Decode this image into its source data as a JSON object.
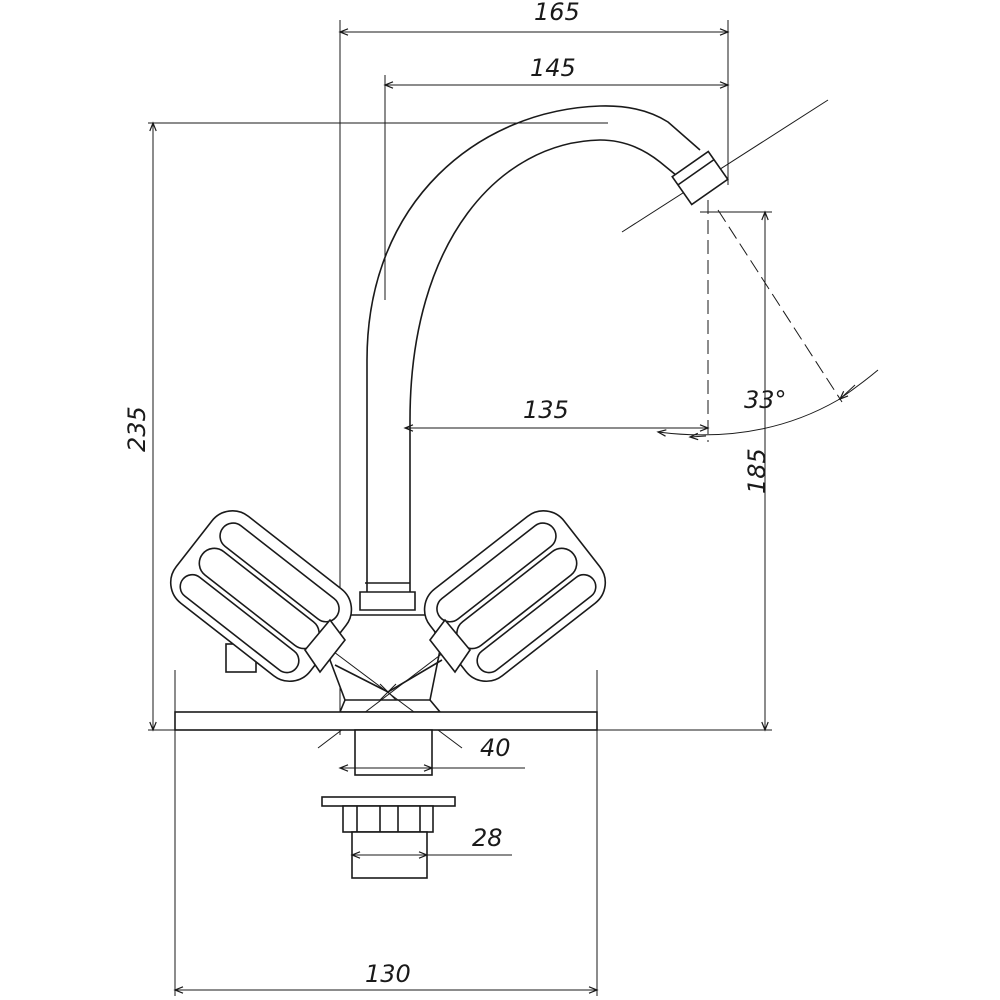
{
  "drawing": {
    "title": "Faucet dimension drawing",
    "dimensions": {
      "overall_reach": "165",
      "spout_reach": "145",
      "total_height": "235",
      "spout_outlet_height": "185",
      "inner_reach": "135",
      "spout_angle": "33°",
      "base_diameter": "40",
      "shank_diameter": "28",
      "base_width": "130"
    },
    "units": "mm"
  }
}
